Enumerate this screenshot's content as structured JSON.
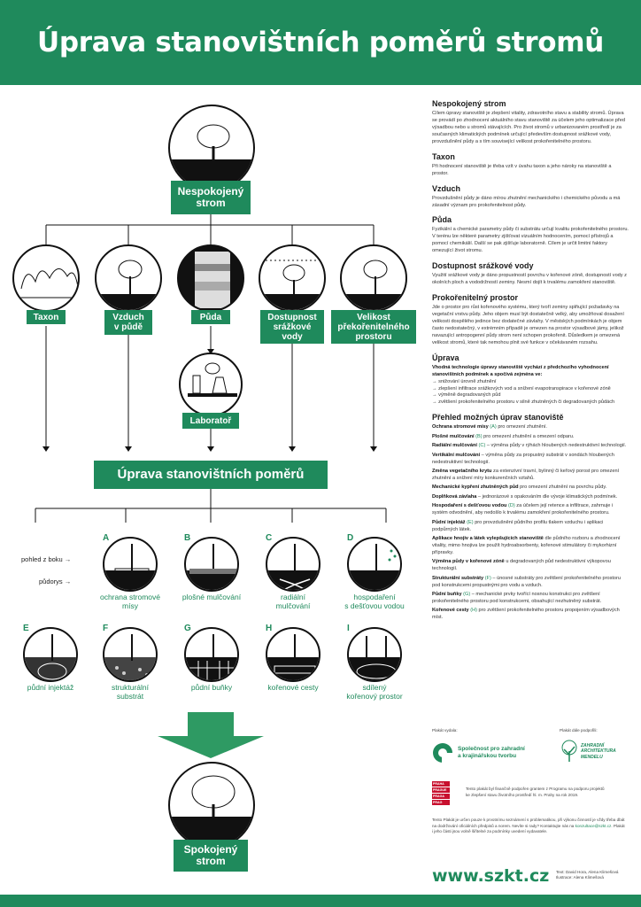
{
  "title": "Úprava stanovištních poměrů stromů",
  "colors": {
    "accent": "#1f8a5c",
    "ink": "#111111"
  },
  "diagram": {
    "top_box": [
      "Nespokojený",
      "strom"
    ],
    "factors": [
      {
        "label": [
          "Taxon"
        ]
      },
      {
        "label": [
          "Vzduch",
          "v půdě"
        ]
      },
      {
        "label": [
          "Půda"
        ]
      },
      {
        "label": [
          "Dostupnost",
          "srážkové",
          "vody"
        ]
      },
      {
        "label": [
          "Velikost",
          "překořenitelného",
          "prostoru"
        ]
      }
    ],
    "lab_box": "Laboratoř",
    "middle_box": "Úprava stanovištních poměrů",
    "side_label": "pohled z boku →",
    "plan_label": "půdorys →",
    "methods_row1": [
      {
        "letter": "A",
        "label": [
          "ochrana stromové",
          "mísy"
        ]
      },
      {
        "letter": "B",
        "label": [
          "plošné mulčování"
        ]
      },
      {
        "letter": "C",
        "label": [
          "radiální",
          "mulčování"
        ]
      },
      {
        "letter": "D",
        "label": [
          "hospodaření",
          "s dešťovou vodou"
        ]
      }
    ],
    "methods_row2": [
      {
        "letter": "E",
        "label": [
          "půdní injektáž"
        ]
      },
      {
        "letter": "F",
        "label": [
          "strukturální",
          "substrát"
        ]
      },
      {
        "letter": "G",
        "label": [
          "půdní buňky"
        ]
      },
      {
        "letter": "H",
        "label": [
          "kořenové cesty"
        ]
      },
      {
        "letter": "I",
        "label": [
          "sdílený",
          "kořenový prostor"
        ]
      }
    ],
    "bottom_box": [
      "Spokojený",
      "strom"
    ]
  },
  "text": {
    "s1_title": "Nespokojený strom",
    "s1_body": "Cílem úpravy stanoviště je zlepšení vitality, zdravotního stavu a stability stromů. Úprava se provádí po zhodnocení aktuálního stavu stanoviště za účelem jeho optimalizace před výsadbou nebo u stromů stávajících. Pro život stromů v urbanizovaném prostředí je za současných klimatických podmínek určující především dostupnost srážkové vody, provzdušnění půdy a s tím související velikost prokořenitelného prostoru.",
    "s2_title": "Taxon",
    "s2_body": "Při hodnocení stanoviště je třeba vzít v úvahu taxon a jeho nároky na stanoviště a prostor.",
    "s3_title": "Vzduch",
    "s3_body": "Provzdušnění půdy je dáno mírou zhutnění mechanického i chemického původu a má zásadní význam pro prokořenitelnost půdy.",
    "s4_title": "Půda",
    "s4_body": "Fyzikální a chemické parametry půdy či substrátu určují kvalitu prokořenitelného prostoru. V terénu lze některé parametry zjišťovat vizuálním hodnocením, pomocí přístrojů a pomocí chemikálií. Další se pak zjišťuje laboratorně. Cílem je určit limitní faktory omezující život stromu.",
    "s5_title": "Dostupnost srážkové vody",
    "s5_body": "Využití srážkové vody je dáno propustností povrchu v kořenové zóně, dostupností vody z okolních ploch a vododržností zeminy. Nesmí dojít k trvalému zamokření stanoviště.",
    "s6_title": "Prokořenitelný prostor",
    "s6_body": "Jde o prostor pro růst kořenového systému, který tvoří zeminy splňující požadavky na vegetační vrstvu půdy. Jeho objem musí být dostatečně velký, aby umožňoval dosažení velikosti dospělého jedince bez dodatečné závlahy. V městských podmínkách je objem často nedostatečný, v extrémním případě je omezen na prostor výsadbové jámy, jelikož navazující antropogenní půdy strom není schopen prokořenit. Důsledkem je omezená velikost stromů, které tak nemohou plnit své funkce v očekávaném rozsahu.",
    "s7_title": "Úprava",
    "s7_lead": "Vhodná technologie úpravy stanoviště vychází z předchozího vyhodnocení stanovištních podmínek a spočívá zejména ve:",
    "s7_items": [
      "→ snižování úrovně zhutnění",
      "→ zlepšení infiltrace srážkových vod a snížení evapotranspirace v kořenové zóně",
      "→ výměně degradovaných půd",
      "→ zvětšení prokořenitelného prostoru v silně zhutněných či degradovaných půdách"
    ],
    "ov_title": "Přehled možných úprav stanoviště",
    "ov_items": [
      {
        "name": "Ochrana stromové mísy",
        "code": "(A)",
        "rest": " pro omezení zhutnění."
      },
      {
        "name": "Plošné mulčování",
        "code": "(B)",
        "rest": " pro omezení zhutnění a omezení odparu."
      },
      {
        "name": "Radiální mulčování",
        "code": "(C)",
        "rest": " – výměna půdy v rýhách hloubených nedestruktivní technologií."
      },
      {
        "name": "Vertikální mulčování",
        "code": "",
        "rest": " – výměna půdy za propustný substrát v sondách hloubených nedestruktivní technologií."
      },
      {
        "name": "Změna vegetačního krytu",
        "code": "",
        "rest": " za extenzivní travní, bylinný či keřový porost pro omezení zhutnění a snížení míry konkurenčních vztahů."
      },
      {
        "name": "Mechanické kypření zhutněných půd",
        "code": "",
        "rest": " pro omezení zhutnění na povrchu půdy."
      },
      {
        "name": "Doplňková závlaha",
        "code": "",
        "rest": " – jednorázové s opakováním dle vývoje klimatických podmínek."
      },
      {
        "name": "Hospodaření s dešťovou vodou",
        "code": "(D)",
        "rest": " za účelem její retence a infiltrace, zahrnuje i systém odvodnění, aby nedošlo k trvalému zamokření prokořenitelného prostoru."
      },
      {
        "name": "Půdní injektáž",
        "code": "(E)",
        "rest": " pro provzdušnění půdního profilu tlakem vzduchu i aplikaci podpůrných látek."
      },
      {
        "name": "Aplikace hnojiv a látek vylepšujících stanoviště",
        "code": "",
        "rest": " dle půdního rozboru a zhodnocení vitality, mimo hnojiva lze použít hydroabsorbenty, kořenové stimulátory či mykorhizní přípravky."
      },
      {
        "name": "Výměna půdy v kořenové zóně",
        "code": "",
        "rest": " u degradovaných půd nedestruktivní výkopovou technologií."
      },
      {
        "name": "Strukturální substráty",
        "code": "(F)",
        "rest": " – únosné substráty pro zvětšení prokořenitelného prostoru pod konstrukcemi propustnými pro vodu a vzduch."
      },
      {
        "name": "Půdní buňky",
        "code": "(G)",
        "rest": " – mechanické prvky tvořící nosnou konstrukci pro zvětšení prokořenitelného prostoru pod konstrukcemi, obsahující nezhutněný substrát."
      },
      {
        "name": "Kořenové cesty",
        "code": "(H)",
        "rest": " pro zvětšení prokořenitelného prostoru propojením výsadbových míst."
      }
    ]
  },
  "sponsors": {
    "publisher_label": "Plakát vydala:",
    "publisher_name": [
      "Společnost pro zahradní",
      "a krajinářskou tvorbu"
    ],
    "support_label": "Plakát dále podpořili:",
    "support_name": [
      "ZAHRADNÍ",
      "ARCHITEKTURA",
      "MENDELU"
    ],
    "praha_blocks": [
      "PRAHA",
      "PRAGUE",
      "PRAGA",
      "PRAG"
    ],
    "grant_text": "Tento plakát byl finančně podpořen grantem z Programu na podporu projektů ke zlepšení stavu životního prostředí hl. m. Prahy na rok 2019.",
    "note_text": "Tento Plakát je určen pouze k prvotnímu seznámení s problematikou, při výkonu činností je vždy třeba dbát na dodržování oficiálních předpisů a norem. Nevíte si rady? Kontaktujte nás na",
    "note_email": "konzultace@szkt.cz",
    "note_end": ". Plakát i jeho části jsou volně šiřitelné za podmínky uvedení vydavatele."
  },
  "footer": {
    "url": "www.szkt.cz",
    "credit1": "Text: David Hora, Alena Klimešová",
    "credit2": "Ilustrace: Alena Klimešová"
  }
}
